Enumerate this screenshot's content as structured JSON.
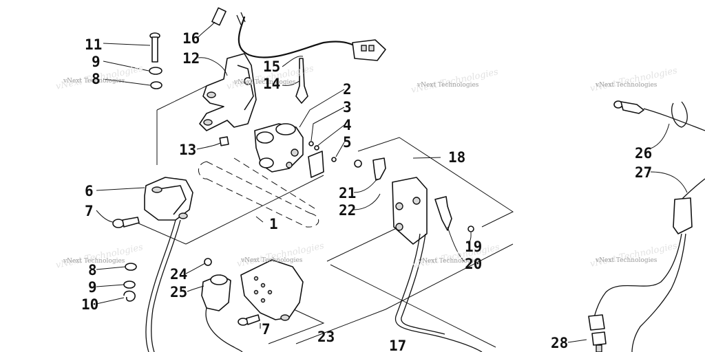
{
  "watermark": "vNext Technologies",
  "callouts": {
    "c1": "1",
    "c2": "2",
    "c3": "3",
    "c4": "4",
    "c5": "5",
    "c6": "6",
    "c7a": "7",
    "c7b": "7",
    "c8a": "8",
    "c8b": "8",
    "c9a": "9",
    "c9b": "9",
    "c10": "10",
    "c11": "11",
    "c12": "12",
    "c13": "13",
    "c14": "14",
    "c15": "15",
    "c16": "16",
    "c17": "17",
    "c18": "18",
    "c19": "19",
    "c20": "20",
    "c21": "21",
    "c22": "22",
    "c23": "23",
    "c24": "24",
    "c25": "25",
    "c26": "26",
    "c27": "27",
    "c28": "28"
  }
}
